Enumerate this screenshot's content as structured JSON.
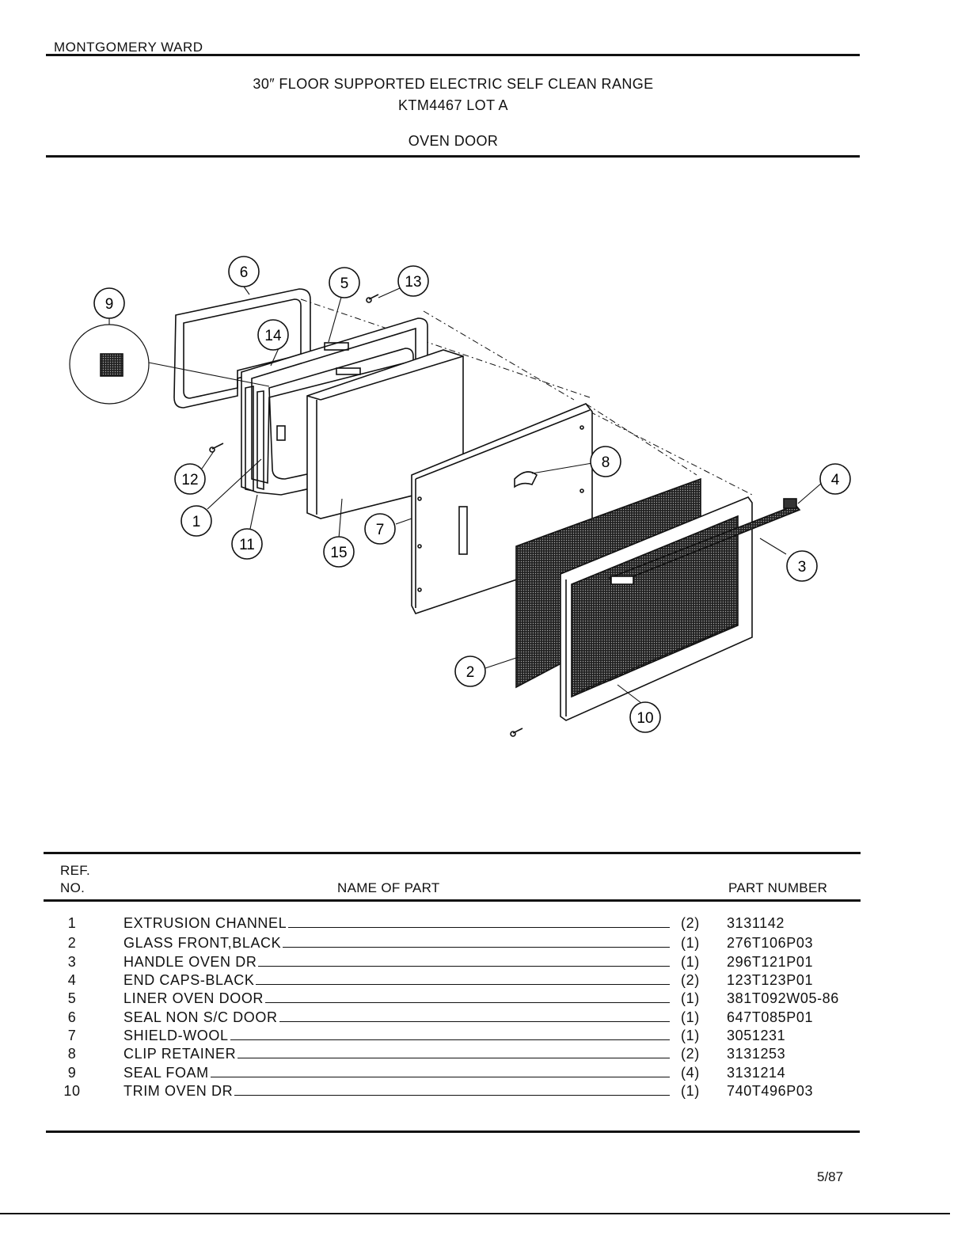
{
  "header": {
    "brand": "MONTGOMERY WARD",
    "title_line1": "30″ FLOOR SUPPORTED ELECTRIC SELF CLEAN RANGE",
    "title_line2": "KTM4467 LOT A",
    "section": "OVEN DOOR"
  },
  "diagram": {
    "callouts": [
      "1",
      "2",
      "3",
      "4",
      "5",
      "6",
      "7",
      "8",
      "9",
      "10",
      "11",
      "12",
      "13",
      "14",
      "15"
    ]
  },
  "table": {
    "col_ref_line1": "REF.",
    "col_ref_line2": "NO.",
    "col_name": "NAME OF PART",
    "col_part": "PART NUMBER",
    "rows": [
      {
        "ref": "1",
        "name": "EXTRUSION CHANNEL",
        "qty": "(2)",
        "part": "3131142"
      },
      {
        "ref": "2",
        "name": "GLASS FRONT,BLACK",
        "qty": "(1)",
        "part": "276T106P03"
      },
      {
        "ref": "3",
        "name": "HANDLE OVEN DR",
        "qty": "(1)",
        "part": "296T121P01"
      },
      {
        "ref": "4",
        "name": "END CAPS-BLACK",
        "qty": "(2)",
        "part": "123T123P01"
      },
      {
        "ref": "5",
        "name": "LINER OVEN DOOR",
        "qty": "(1)",
        "part": "381T092W05-86"
      },
      {
        "ref": "6",
        "name": "SEAL NON S/C DOOR",
        "qty": "(1)",
        "part": "647T085P01"
      },
      {
        "ref": "7",
        "name": "SHIELD-WOOL",
        "qty": "(1)",
        "part": "3051231"
      },
      {
        "ref": "8",
        "name": "CLIP RETAINER",
        "qty": "(2)",
        "part": "3131253"
      },
      {
        "ref": "9",
        "name": "SEAL FOAM",
        "qty": "(4)",
        "part": "3131214"
      },
      {
        "ref": "10",
        "name": "TRIM OVEN DR",
        "qty": "(1)",
        "part": "740T496P03"
      }
    ]
  },
  "footer": {
    "date": "5/87"
  }
}
